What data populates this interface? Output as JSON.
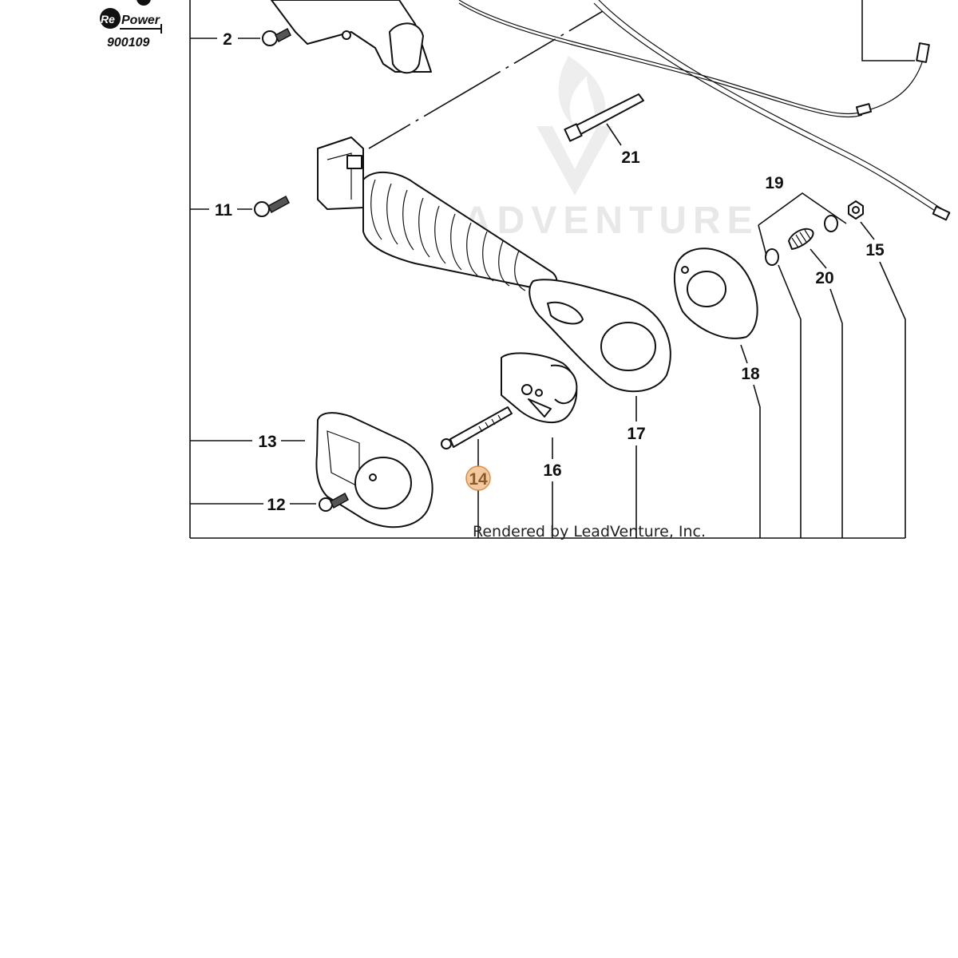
{
  "watermark": {
    "text": "ADVENTURE"
  },
  "badge": {
    "brand_re": "Re",
    "brand_power": "Power",
    "code": "900109"
  },
  "credit": "Rendered by LeadVenture, Inc.",
  "parts": [
    {
      "id": "2",
      "label": "2"
    },
    {
      "id": "11",
      "label": "11"
    },
    {
      "id": "12",
      "label": "12"
    },
    {
      "id": "13",
      "label": "13"
    },
    {
      "id": "14",
      "label": "14",
      "highlighted": true
    },
    {
      "id": "15",
      "label": "15"
    },
    {
      "id": "16",
      "label": "16"
    },
    {
      "id": "17",
      "label": "17"
    },
    {
      "id": "18",
      "label": "18"
    },
    {
      "id": "19",
      "label": "19"
    },
    {
      "id": "20",
      "label": "20"
    },
    {
      "id": "21",
      "label": "21"
    }
  ],
  "colors": {
    "highlight_fill": "#f3c79b",
    "highlight_stroke": "#d9883e",
    "line": "#111111"
  }
}
